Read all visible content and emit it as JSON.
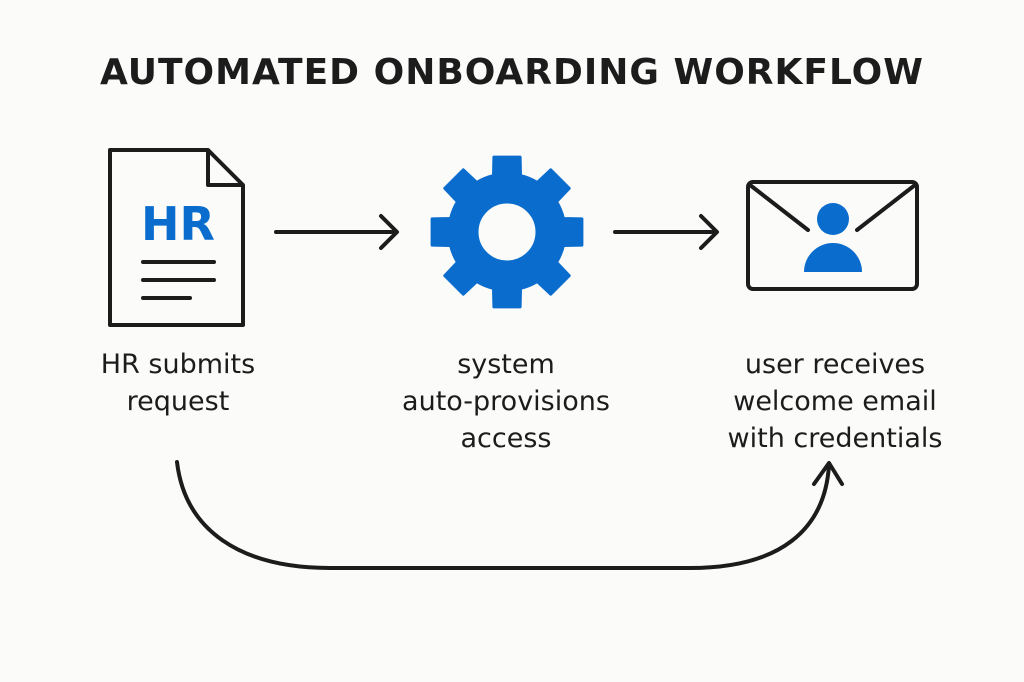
{
  "title": "AUTOMATED ONBOARDING WORKFLOW",
  "colors": {
    "accent": "#0a6ccc",
    "stroke": "#1c1c1c",
    "background": "#fbfbfa"
  },
  "steps": [
    {
      "icon": "hr-document-icon",
      "icon_text": "HR",
      "label_lines": [
        "HR submits",
        "request"
      ]
    },
    {
      "icon": "gear-icon",
      "label_lines": [
        "system",
        "auto-provisions",
        "access"
      ]
    },
    {
      "icon": "envelope-user-icon",
      "label_lines": [
        "user receives",
        "welcome email",
        "with credentials"
      ]
    }
  ],
  "connectors": [
    {
      "from": "step-1",
      "to": "step-2",
      "type": "arrow-right"
    },
    {
      "from": "step-2",
      "to": "step-3",
      "type": "arrow-right"
    },
    {
      "from": "step-1",
      "to": "step-3",
      "type": "curved-arrow-bottom"
    }
  ]
}
